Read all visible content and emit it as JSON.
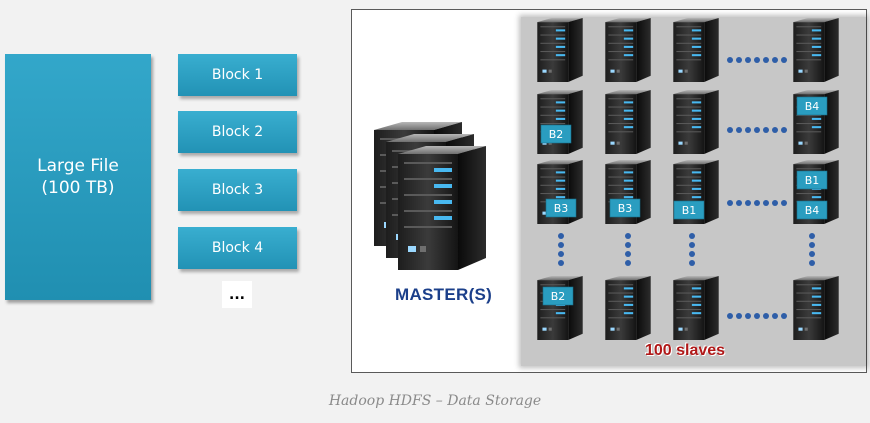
{
  "file": {
    "line1": "Large File",
    "line2": "(100 TB)"
  },
  "blocks": [
    "Block 1",
    "Block 2",
    "Block 3",
    "Block 4"
  ],
  "more": "...",
  "master_label": "MASTER(S)",
  "slaves_label": "100 slaves",
  "caption": "Hadoop HDFS – Data Storage",
  "tags": {
    "r1c0": "B2",
    "r1c3": "B4",
    "r2c0": "B3",
    "r2c1": "B3",
    "r2c2": "B1",
    "r2c3a": "B1",
    "r2c3b": "B4",
    "r3c0": "B2"
  },
  "colors": {
    "block": "#2a9dc0",
    "tag": "#2a9dc0",
    "dots": "#2e5ea8",
    "master_text": "#1b3f8a",
    "slaves_text": "#b01818"
  }
}
